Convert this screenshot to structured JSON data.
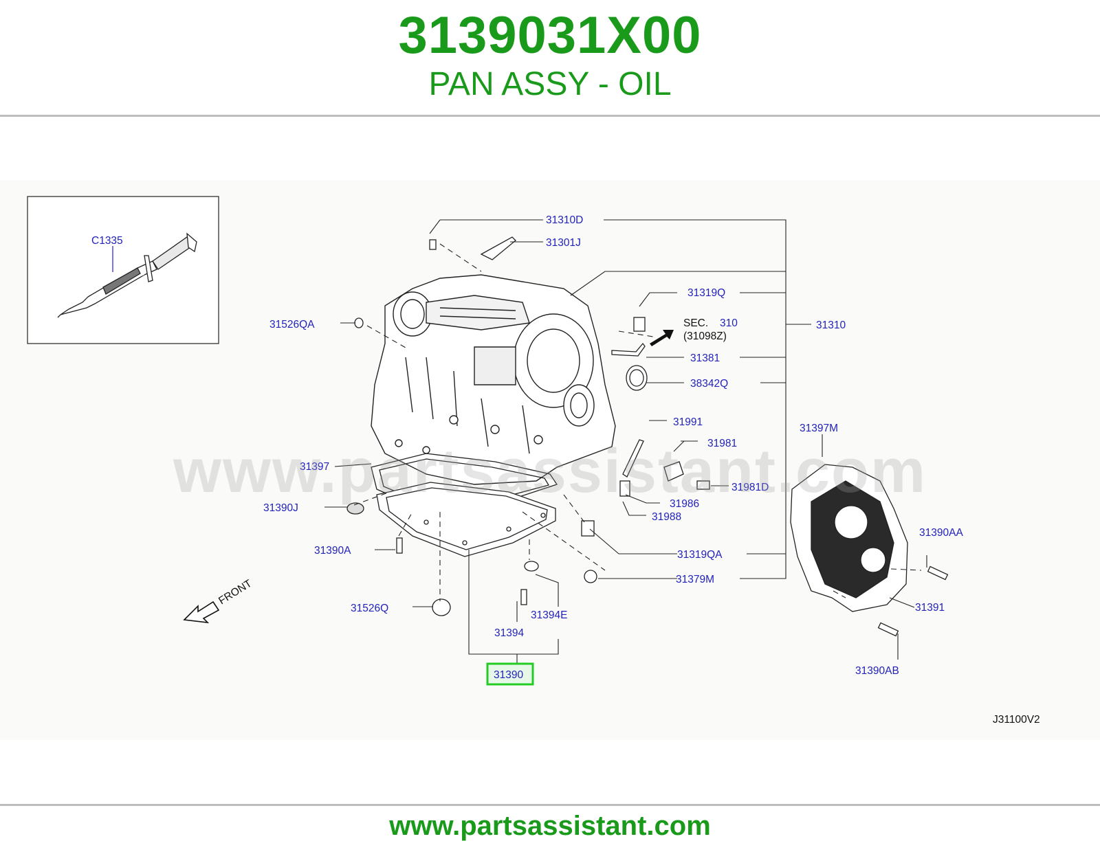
{
  "header": {
    "part_number": "3139031X00",
    "part_name": "PAN ASSY - OIL"
  },
  "diagram": {
    "inset_label": "C1335",
    "callouts": {
      "c31310D": "31310D",
      "c31301J": "31301J",
      "c31319Q": "31319Q",
      "sec": "SEC.",
      "sec_num": "310",
      "sec_ref": "(31098Z)",
      "c31310": "31310",
      "c31526QA": "31526QA",
      "c31381": "31381",
      "c38342Q": "38342Q",
      "c31991": "31991",
      "c31981": "31981",
      "c31981D": "31981D",
      "c31397M": "31397M",
      "c31397": "31397",
      "c31986": "31986",
      "c31988": "31988",
      "c31390J": "31390J",
      "c31390AA": "31390AA",
      "c31390A": "31390A",
      "c31319QA": "31319QA",
      "c31379M": "31379M",
      "c31526Q": "31526Q",
      "c31394E": "31394E",
      "c31391": "31391",
      "c31394": "31394",
      "c31390": "31390",
      "c31390AB": "31390AB"
    },
    "front_label": "FRONT",
    "diagram_code": "J31100V2",
    "highlight_color": "#22cc22"
  },
  "watermark": "www.partsassistant.com",
  "footer": {
    "url": "www.partsassistant.com"
  },
  "colors": {
    "brand_green": "#1a9a1a",
    "label_blue": "#2222bb"
  }
}
